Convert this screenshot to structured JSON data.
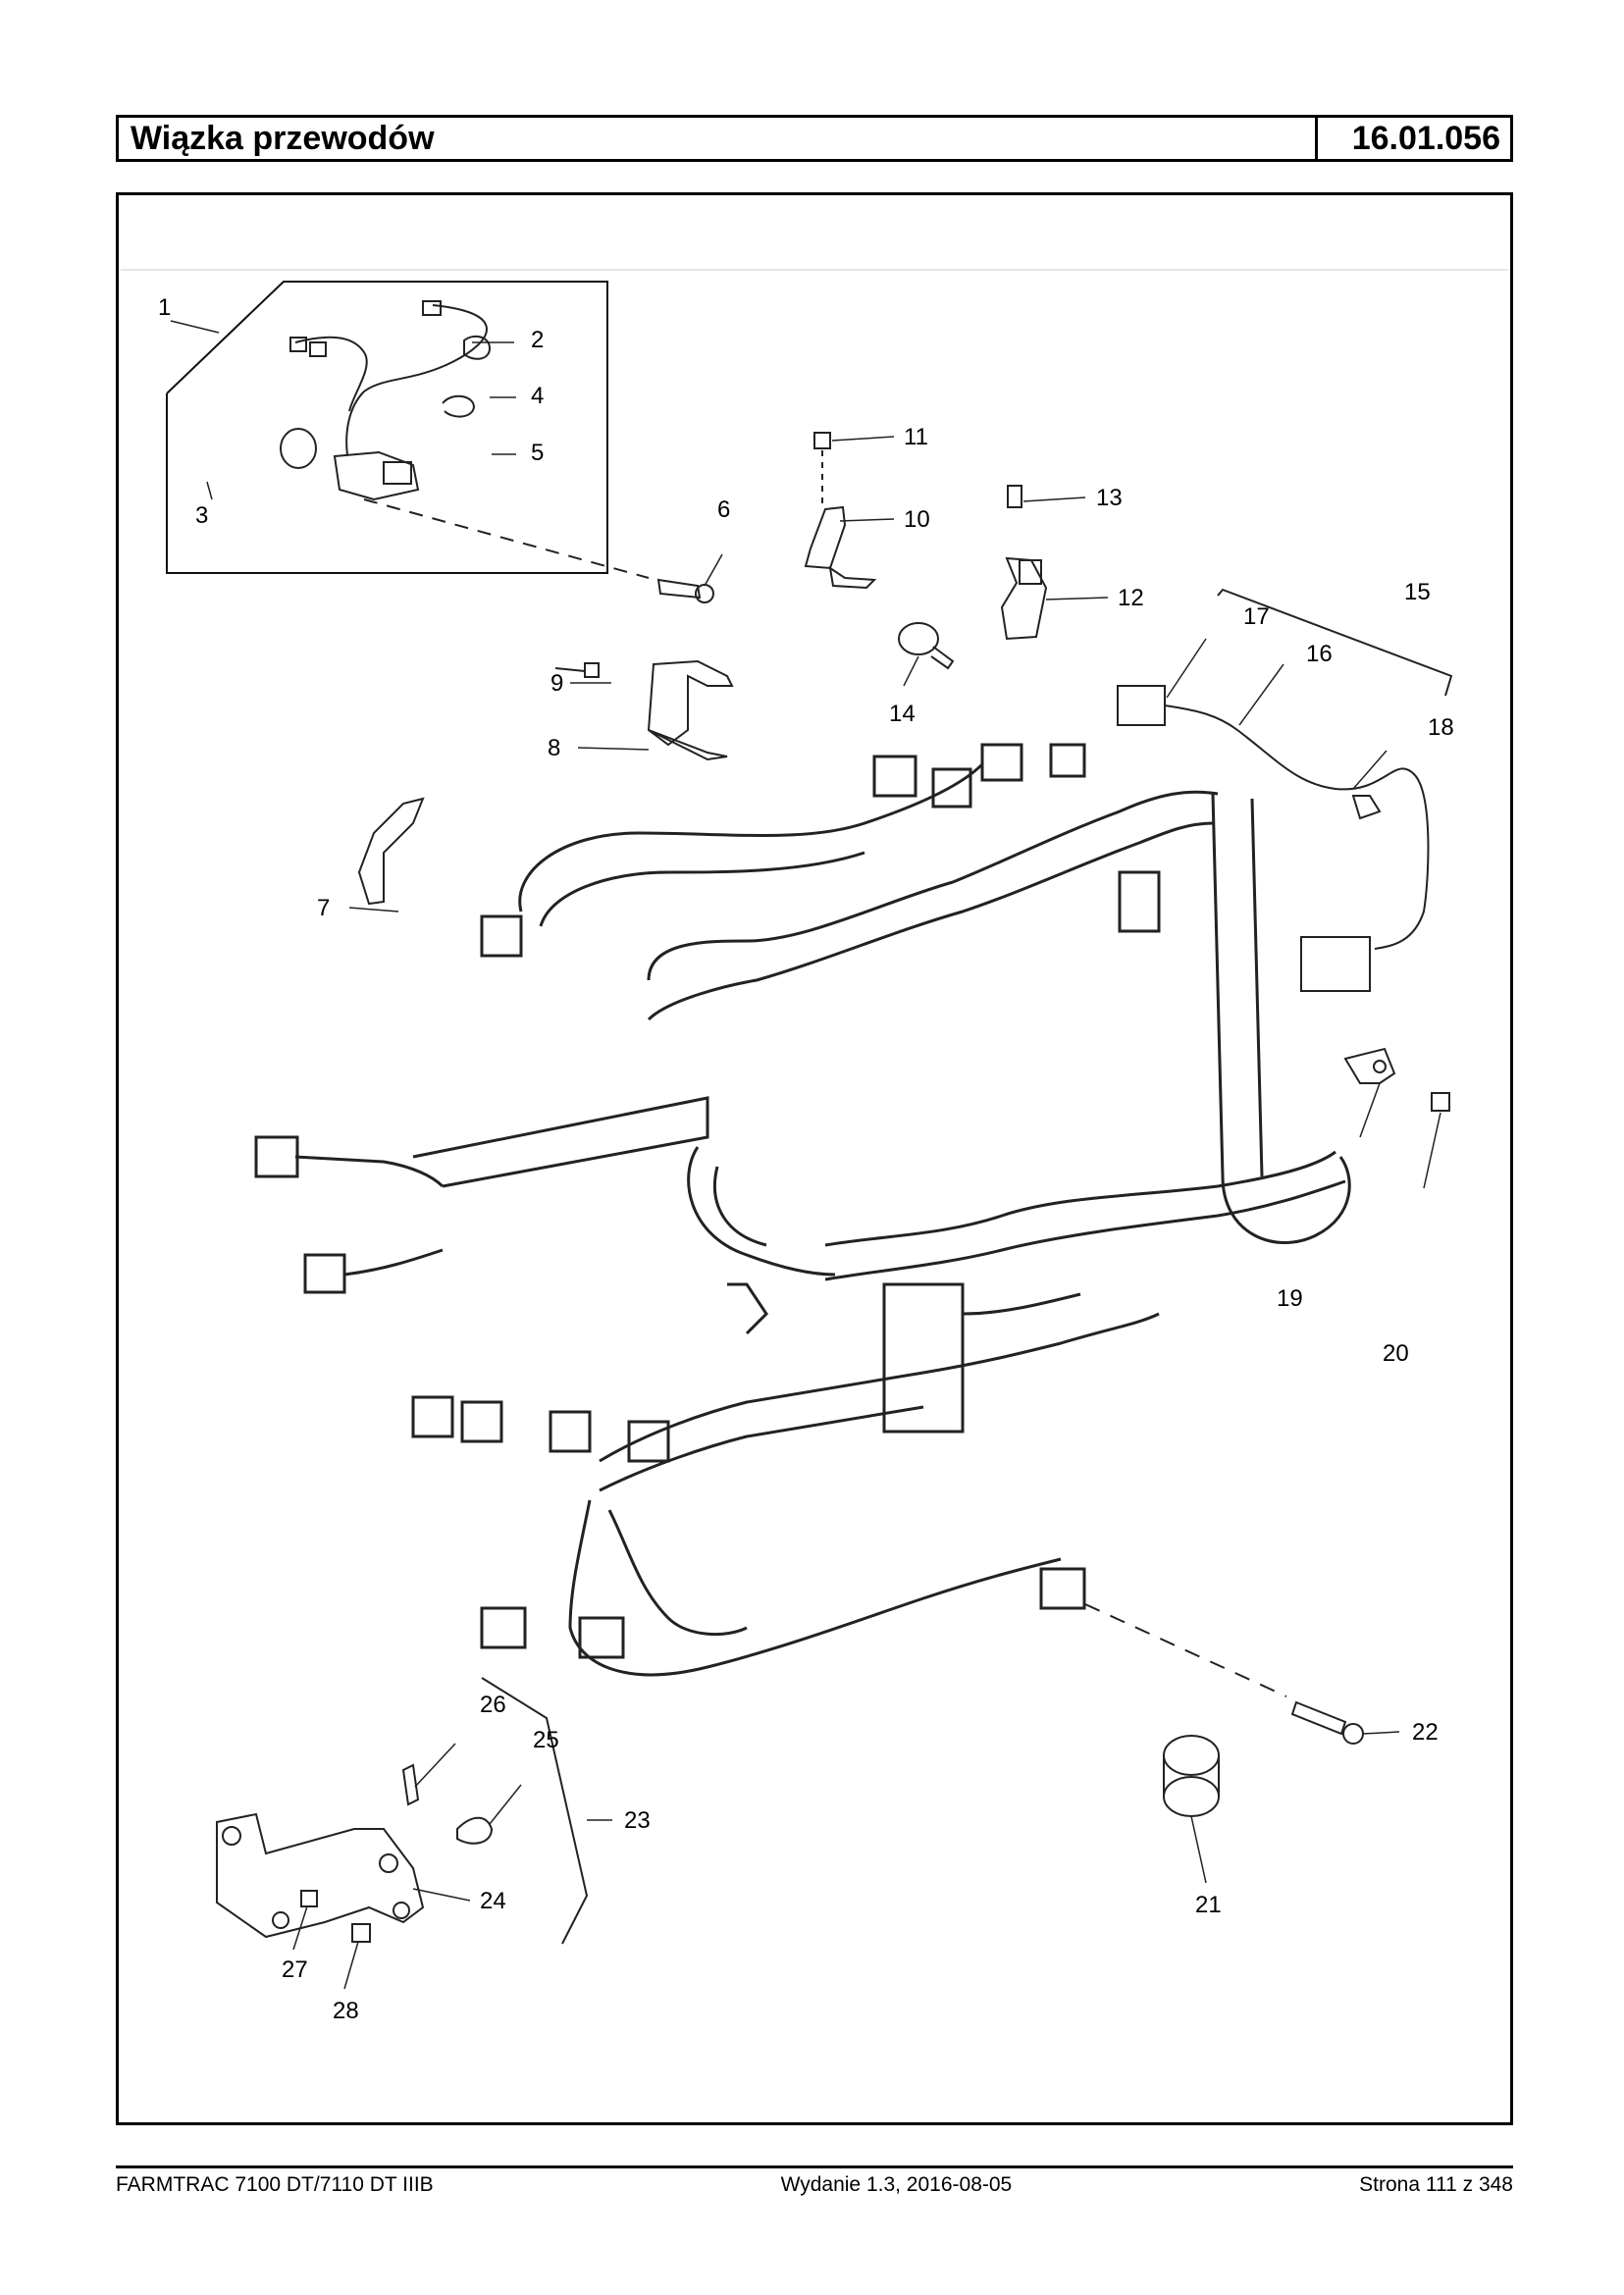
{
  "header": {
    "title": "Wiązka przewodów",
    "code": "16.01.056"
  },
  "diagram": {
    "callouts": [
      "1",
      "2",
      "3",
      "4",
      "5",
      "6",
      "7",
      "8",
      "9",
      "10",
      "11",
      "12",
      "13",
      "14",
      "15",
      "16",
      "17",
      "18",
      "19",
      "20",
      "21",
      "22",
      "23",
      "24",
      "25",
      "26",
      "27",
      "28"
    ]
  },
  "footer": {
    "model": "FARMTRAC 7100 DT/7110 DT IIIB",
    "edition": "Wydanie 1.3,  2016-08-05",
    "page": "Strona 111 z 348"
  }
}
